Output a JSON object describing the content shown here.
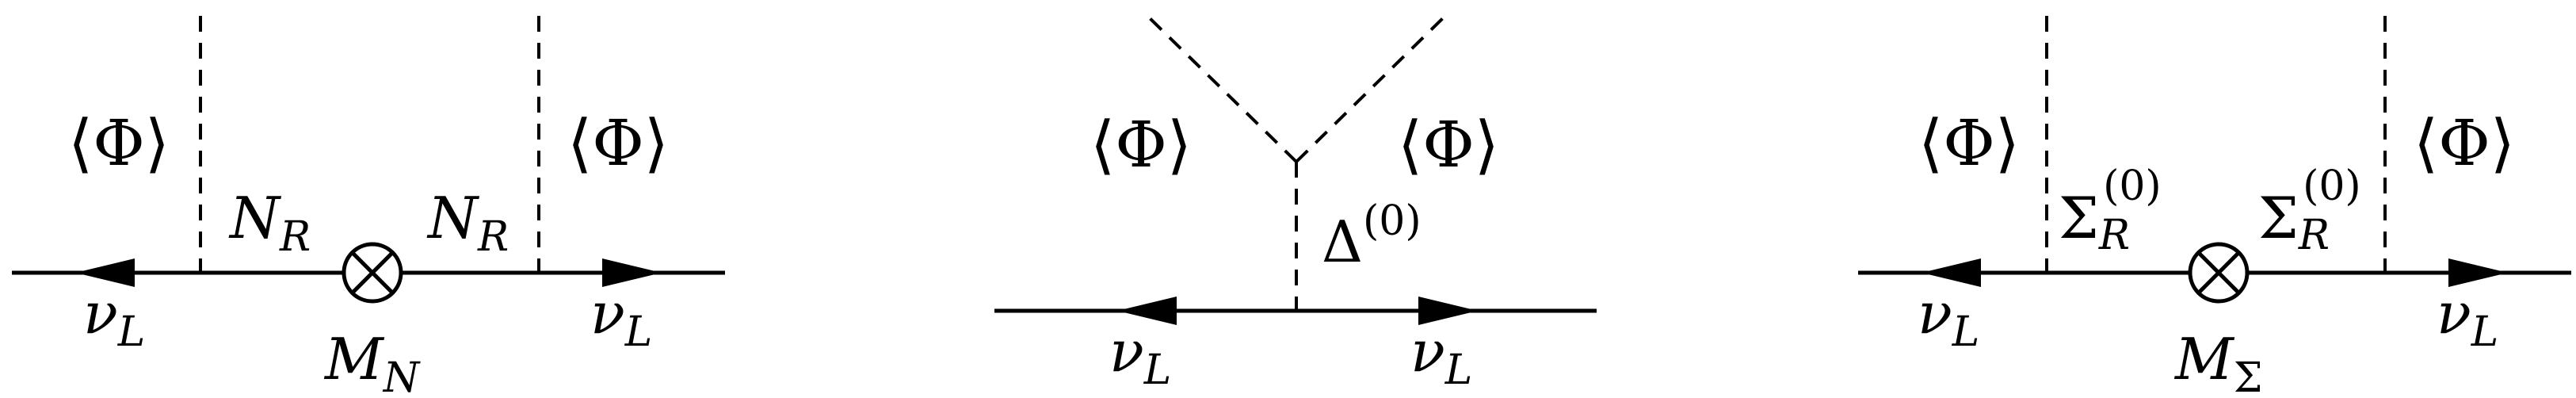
{
  "diagrams": [
    {
      "id": "type-I",
      "vev_left": "⟨Φ⟩",
      "vev_right": "⟨Φ⟩",
      "internal_left": {
        "base": "N",
        "sub": "R"
      },
      "internal_right": {
        "base": "N",
        "sub": "R"
      },
      "mass": {
        "base": "M",
        "sub": "N"
      },
      "ext_left": {
        "base": "ν",
        "sub": "L"
      },
      "ext_right": {
        "base": "ν",
        "sub": "L"
      }
    },
    {
      "id": "type-II",
      "vev_left": "⟨Φ⟩",
      "vev_right": "⟨Φ⟩",
      "scalar": {
        "base": "Δ",
        "sup": "(0)"
      },
      "ext_left": {
        "base": "ν",
        "sub": "L"
      },
      "ext_right": {
        "base": "ν",
        "sub": "L"
      }
    },
    {
      "id": "type-III",
      "vev_left": "⟨Φ⟩",
      "vev_right": "⟨Φ⟩",
      "internal_left": {
        "base": "Σ",
        "sub": "R",
        "sup": "(0)"
      },
      "internal_right": {
        "base": "Σ",
        "sub": "R",
        "sup": "(0)"
      },
      "mass": {
        "base": "M",
        "sub": "Σ"
      },
      "ext_left": {
        "base": "ν",
        "sub": "L"
      },
      "ext_right": {
        "base": "ν",
        "sub": "L"
      }
    }
  ],
  "colors": {
    "ink": "#000000",
    "background": "#ffffff"
  }
}
